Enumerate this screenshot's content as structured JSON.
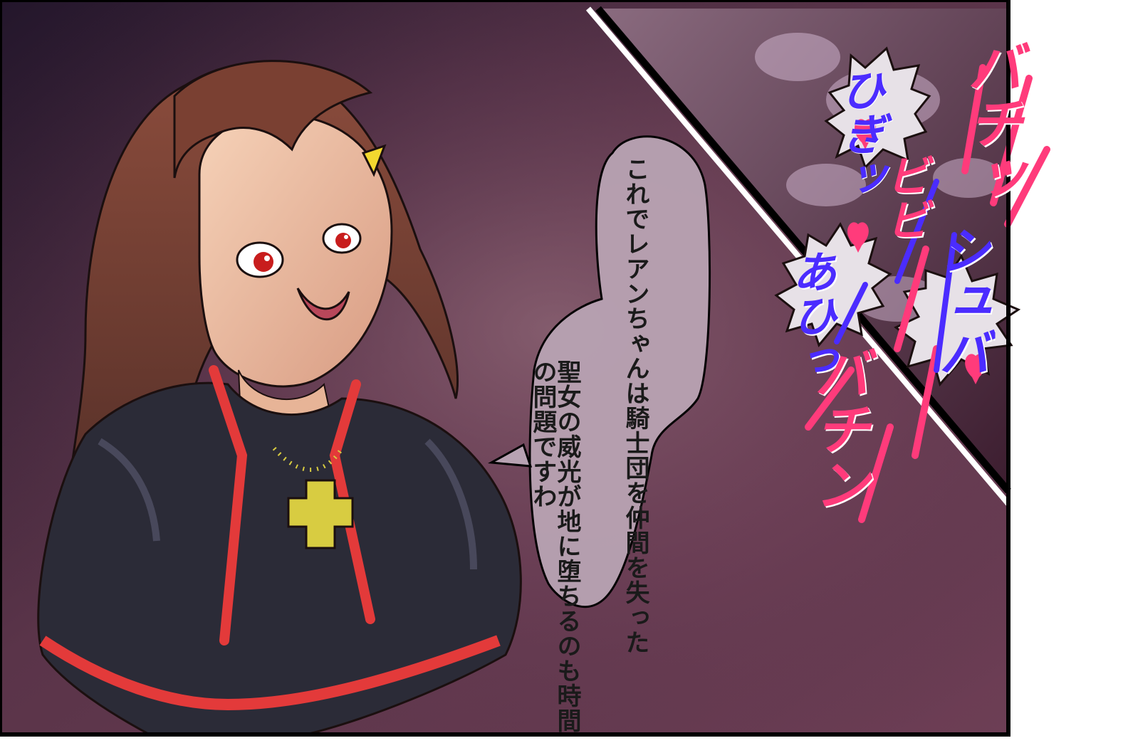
{
  "colors": {
    "bg_left": "#2a1b33",
    "bg_right": "#6f3e58",
    "hair": "#6a3b2f",
    "skin": "#f0c3a4",
    "eyes": "#c81d1d",
    "outfit": "#2b2b37",
    "trim": "#e33a3a",
    "gold": "#d8cc41",
    "sfx_pink": "#ff3b7b",
    "sfx_blue": "#4b2cff",
    "bubble": "#b8a2b2"
  },
  "speech": {
    "line1": "これでレアンちゃんは",
    "line2": "騎士団を仲間を失った",
    "line3": "聖女の威光が",
    "line4": "地に堕ちるのも",
    "line5": "時間の問題ですわ"
  },
  "sfx": {
    "a": "ひぎッ",
    "b": "バチッ",
    "c": "ビビ",
    "d": "シュバ",
    "e": "あひっ",
    "f": "バチン"
  }
}
